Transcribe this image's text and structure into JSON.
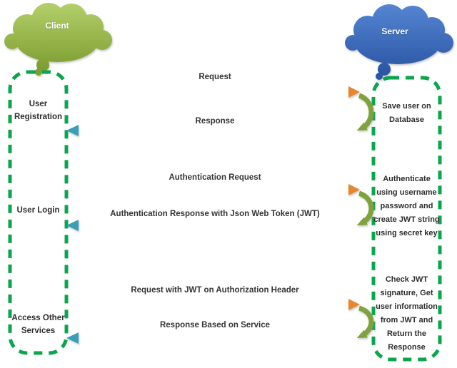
{
  "diagram": {
    "client": {
      "label": "Client"
    },
    "server": {
      "label": "Server"
    },
    "client_steps": [
      {
        "label": "User Registration"
      },
      {
        "label": "User Login"
      },
      {
        "label": "Access Other Services"
      }
    ],
    "server_steps": [
      {
        "label": "Save user on Database"
      },
      {
        "label": "Authenticate using username password and create JWT string using secret key"
      },
      {
        "label": "Check JWT signature, Get user information from JWT and Return the Response"
      }
    ],
    "flows": [
      {
        "request": "Request",
        "response": "Response"
      },
      {
        "request": "Authentication Request",
        "response": "Authentication Response with Json Web Token (JWT)"
      },
      {
        "request": "Request with JWT on Authorization Header",
        "response": "Response Based on Service"
      }
    ],
    "colors": {
      "client_cloud": "#8FB23F",
      "server_cloud": "#3063B4",
      "request_arrow": "#E8862D",
      "response_arrow": "#3A9DBA",
      "boundary_dash": "#0AA64E",
      "turn_connector": "#7FA23C"
    }
  }
}
